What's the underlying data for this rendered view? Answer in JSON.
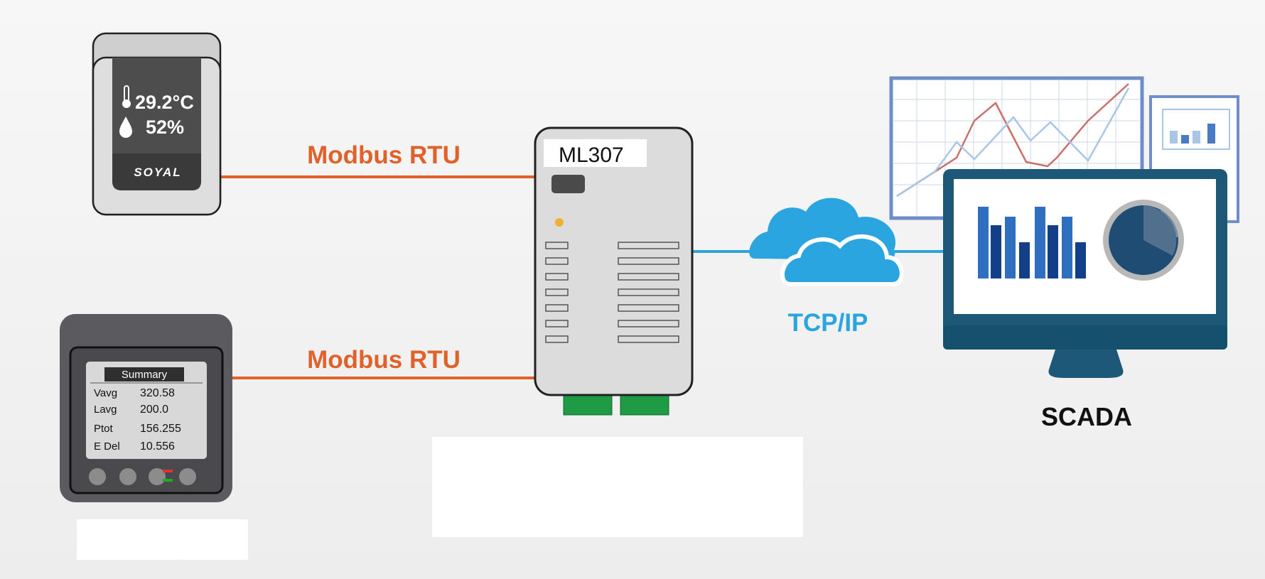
{
  "colors": {
    "rtu_line": "#e0622a",
    "tcp_line": "#2fa4dc",
    "cloud": "#2aa5df",
    "device_body": "#dcdcdc",
    "connector": "#1f9a45",
    "led": "#f0b030",
    "monitor_frame": "#1d5878",
    "bar_dark": "#123f87",
    "bar_light": "#2f6fc0"
  },
  "sensor": {
    "temperature": "29.2°C",
    "humidity": "52%",
    "brand": "SOYAL",
    "icons": [
      "thermometer-icon",
      "water-drop-icon"
    ]
  },
  "meter": {
    "screen_title": "Summary",
    "rows": [
      {
        "label": "Vavg",
        "value": "320.58"
      },
      {
        "label": "Lavg",
        "value": "200.0"
      },
      {
        "label": "Ptot",
        "value": "156.255"
      },
      {
        "label": "E Del",
        "value": "10.556"
      }
    ]
  },
  "links": {
    "rtu_top": "Modbus RTU",
    "rtu_bottom": "Modbus RTU",
    "tcp": "TCP/IP"
  },
  "gateway": {
    "model": "ML307"
  },
  "scada": {
    "label": "SCADA",
    "icons": [
      "line-chart-icon",
      "bar-chart-icon",
      "pie-gauge-icon",
      "monitor-icon",
      "cloud-icon"
    ]
  }
}
